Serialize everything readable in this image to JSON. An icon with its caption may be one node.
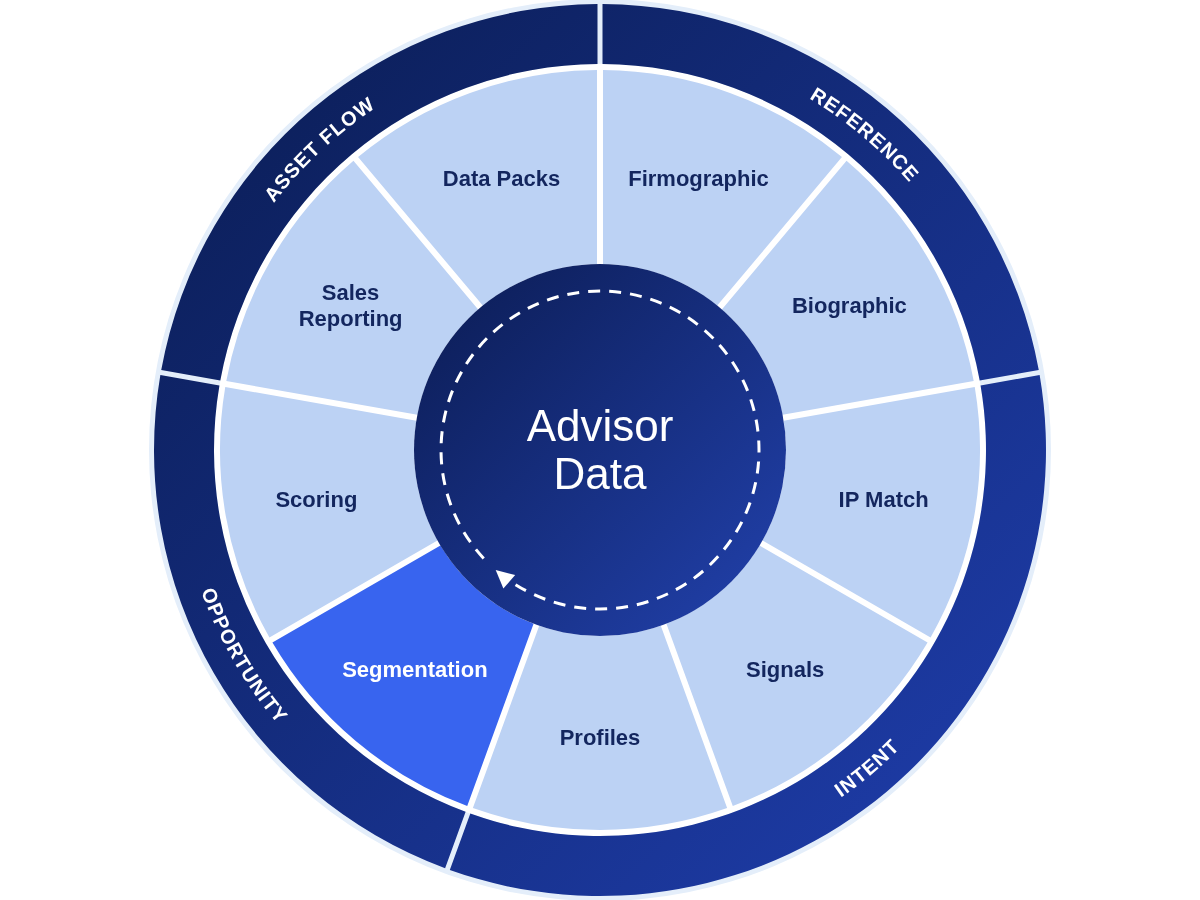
{
  "diagram": {
    "nodes": [
      {
        "text": [
          "Advisor Data"
        ]
      },
      {
        "text": [
          "ASSET FLOW"
        ]
      },
      {
        "text": [
          "REFERENCE"
        ]
      },
      {
        "text": [
          "INTENT"
        ]
      },
      {
        "text": [
          "OPPORTUNITY"
        ]
      },
      {
        "text": [
          "Data Packs"
        ]
      },
      {
        "text": [
          "Firmographic"
        ]
      },
      {
        "text": [
          "Biographic"
        ]
      },
      {
        "text": [
          "IP Match"
        ]
      },
      {
        "text": [
          "Signals"
        ]
      },
      {
        "text": [
          "Profiles"
        ]
      },
      {
        "text": [
          "Segmentation"
        ]
      },
      {
        "text": [
          "Scoring"
        ]
      },
      {
        "text": [
          "Sales Reporting"
        ]
      }
    ]
  }
}
